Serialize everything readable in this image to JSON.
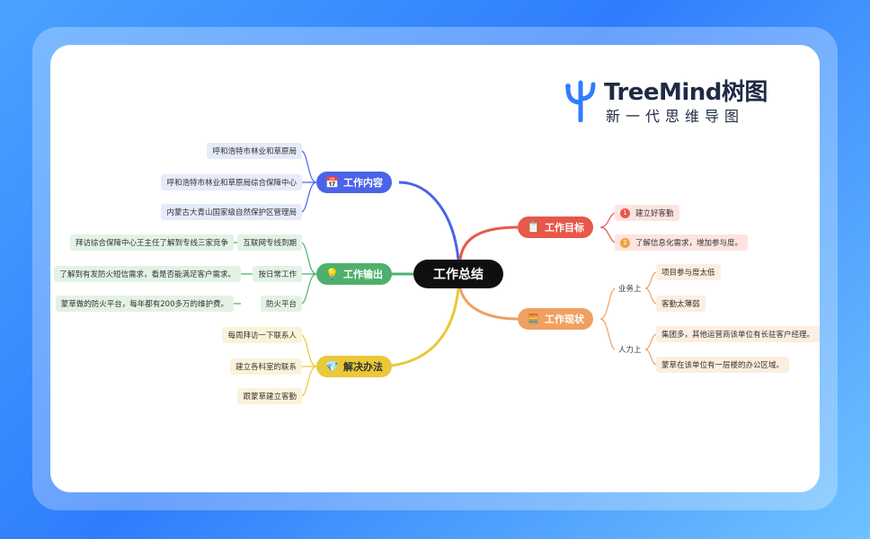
{
  "brand": {
    "name": "TreeMind树图",
    "tagline": "新一代思维导图",
    "logo_color": "#2f7dfd"
  },
  "root": {
    "label": "工作总结",
    "color": "#0f0f10"
  },
  "branches": {
    "content": {
      "label": "工作内容",
      "icon": "calendar-icon",
      "glyph": "📅",
      "color": "#4a63e8",
      "items": [
        "呼和浩特市林业和草原局",
        "呼和浩特市林业和草原局综合保障中心",
        "内蒙古大青山国家级自然保护区管理局"
      ]
    },
    "output": {
      "label": "工作输出",
      "icon": "lightbulb-icon",
      "glyph": "💡",
      "color": "#4fb06e",
      "groups": [
        {
          "label": "互联网专线到期",
          "detail": "拜访综合保障中心王主任了解到专线三家竞争"
        },
        {
          "label": "按日常工作",
          "detail": "了解到有发防火短信需求，看是否能满足客户需求。"
        },
        {
          "label": "防火平台",
          "detail": "蒙草做的防火平台，每年都有200多万的维护费。"
        }
      ]
    },
    "solution": {
      "label": "解决办法",
      "icon": "diamond-icon",
      "glyph": "💎",
      "color": "#e9c83a",
      "items": [
        "每周拜访一下联系人",
        "建立各科室的联系",
        "跟蒙草建立客勤"
      ]
    },
    "goal": {
      "label": "工作目标",
      "icon": "clipboard-icon",
      "glyph": "📋",
      "color": "#e8574a",
      "items": [
        {
          "num": "1",
          "text": "建立好客勤",
          "badge_color": "#e8574a"
        },
        {
          "num": "2",
          "text": "了解信息化需求，增加参与度。",
          "badge_color": "#f0a23a"
        }
      ]
    },
    "status": {
      "label": "工作现状",
      "icon": "calculator-icon",
      "glyph": "🧮",
      "color": "#f0a060",
      "groups": [
        {
          "label": "业务上",
          "items": [
            "项目参与度太低",
            "客勤太薄弱"
          ]
        },
        {
          "label": "人力上",
          "items": [
            "集团多，其他运营商该单位有长驻客户经理。",
            "蒙草在该单位有一层楼的办公区域。"
          ]
        }
      ]
    }
  }
}
